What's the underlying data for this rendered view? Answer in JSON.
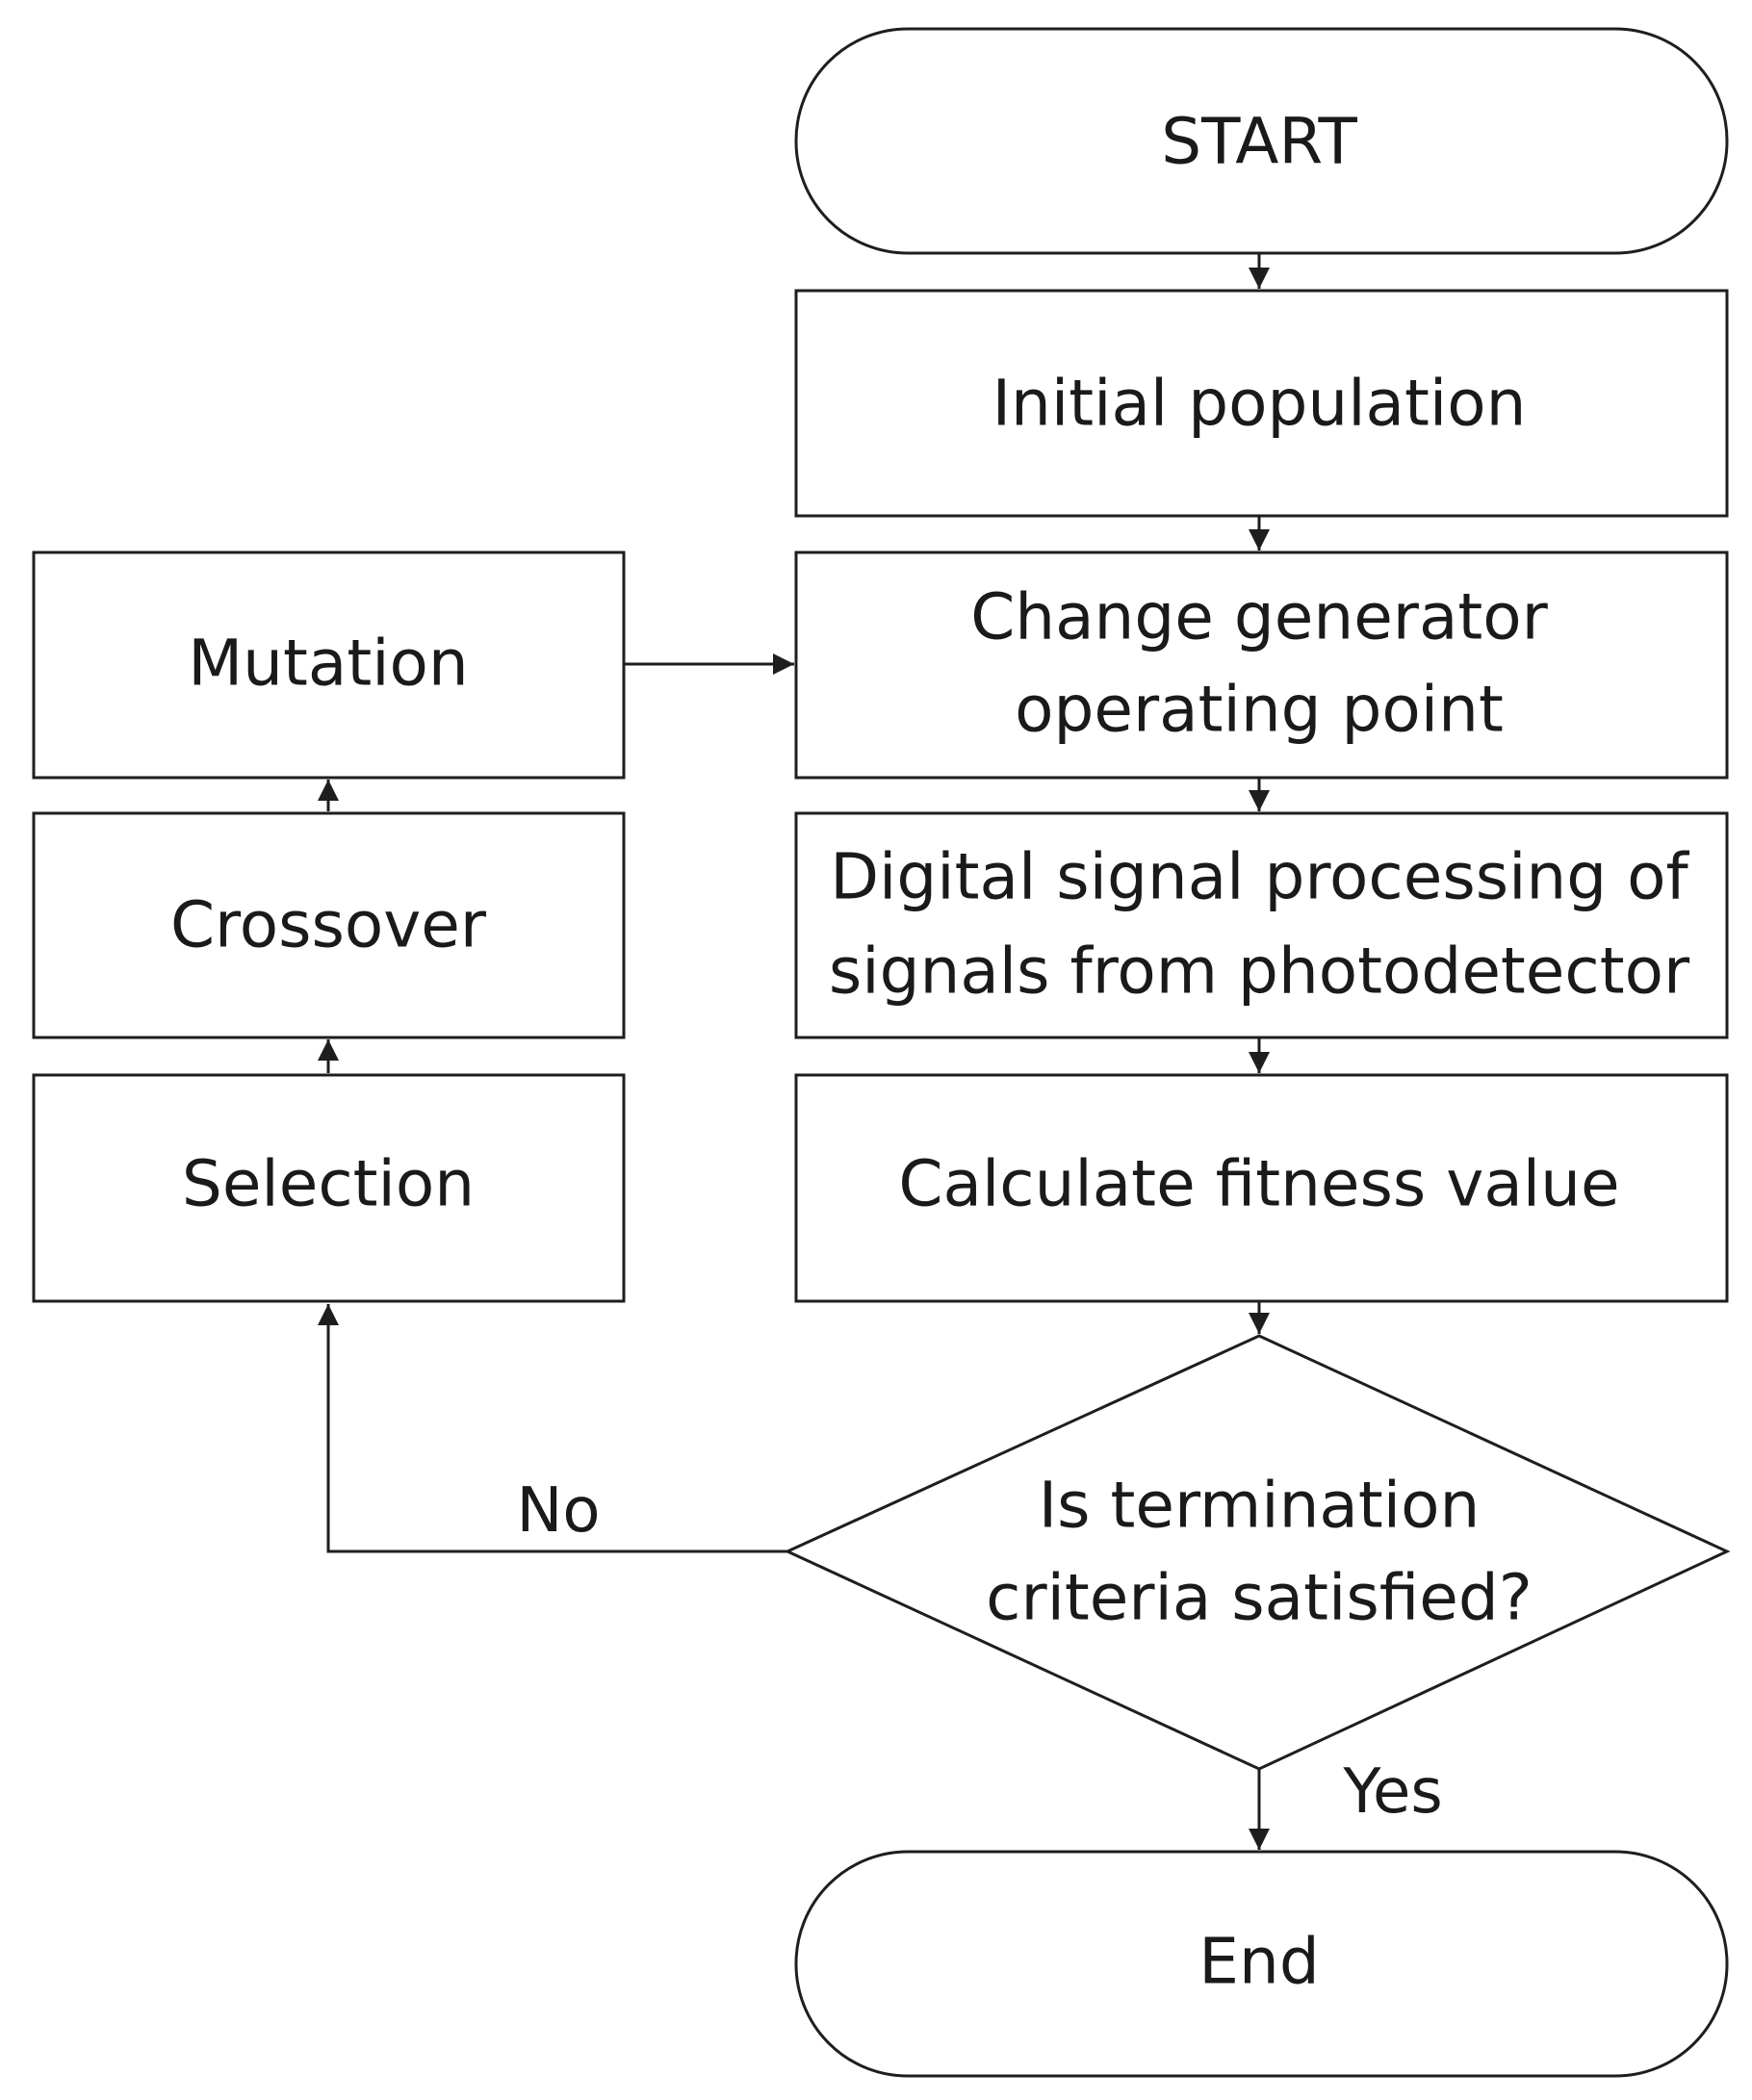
{
  "flowchart": {
    "start": "START",
    "initial_population": "Initial population",
    "change_operating_point": [
      "Change generator",
      "operating point"
    ],
    "dsp": [
      "Digital signal processing of",
      "signals from photodetector"
    ],
    "fitness": "Calculate fitness value",
    "decision": [
      "Is termination",
      "criteria satisfied?"
    ],
    "end": "End",
    "selection": "Selection",
    "crossover": "Crossover",
    "mutation": "Mutation",
    "no_label": "No",
    "yes_label": "Yes"
  },
  "colors": {
    "stroke": "#1e1e1e",
    "text": "#1a1a1a",
    "background": "#ffffff"
  }
}
